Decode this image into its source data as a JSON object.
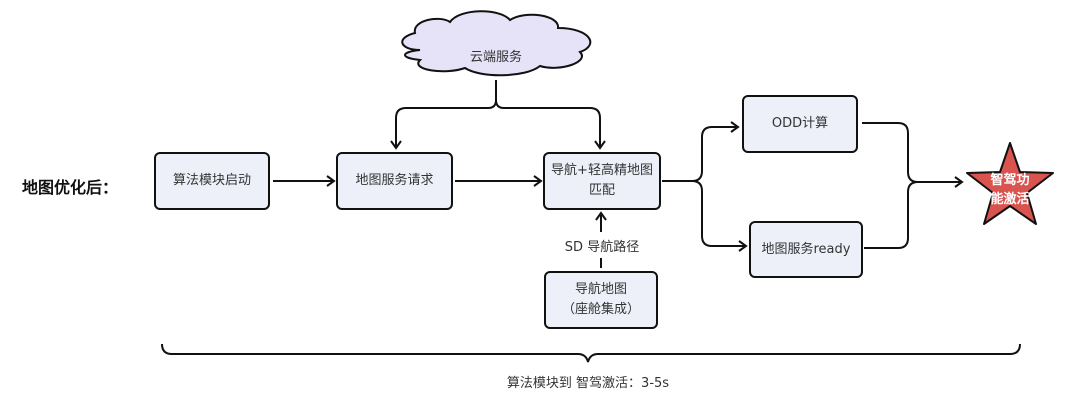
{
  "title": "地图优化后：",
  "cloud": {
    "label": "云端服务"
  },
  "nodes": {
    "algo_start": "算法模块启动",
    "map_request": "地图服务请求",
    "nav_match_line1": "导航+轻高精地图",
    "nav_match_line2": "匹配",
    "nav_map_line1": "导航地图",
    "nav_map_line2": "（座舱集成）",
    "odd": "ODD计算",
    "map_ready": "地图服务ready"
  },
  "edge_labels": {
    "sd_route": "SD 导航路径"
  },
  "end": {
    "line1": "智驾功",
    "line2": "能激活",
    "color": "#d9534f"
  },
  "brace": {
    "label": "算法模块到 智驾激活：3-5s"
  },
  "colors": {
    "box_fill": "#eef0f9",
    "cloud_fill": "#e6e3f8",
    "stroke": "#111111"
  }
}
